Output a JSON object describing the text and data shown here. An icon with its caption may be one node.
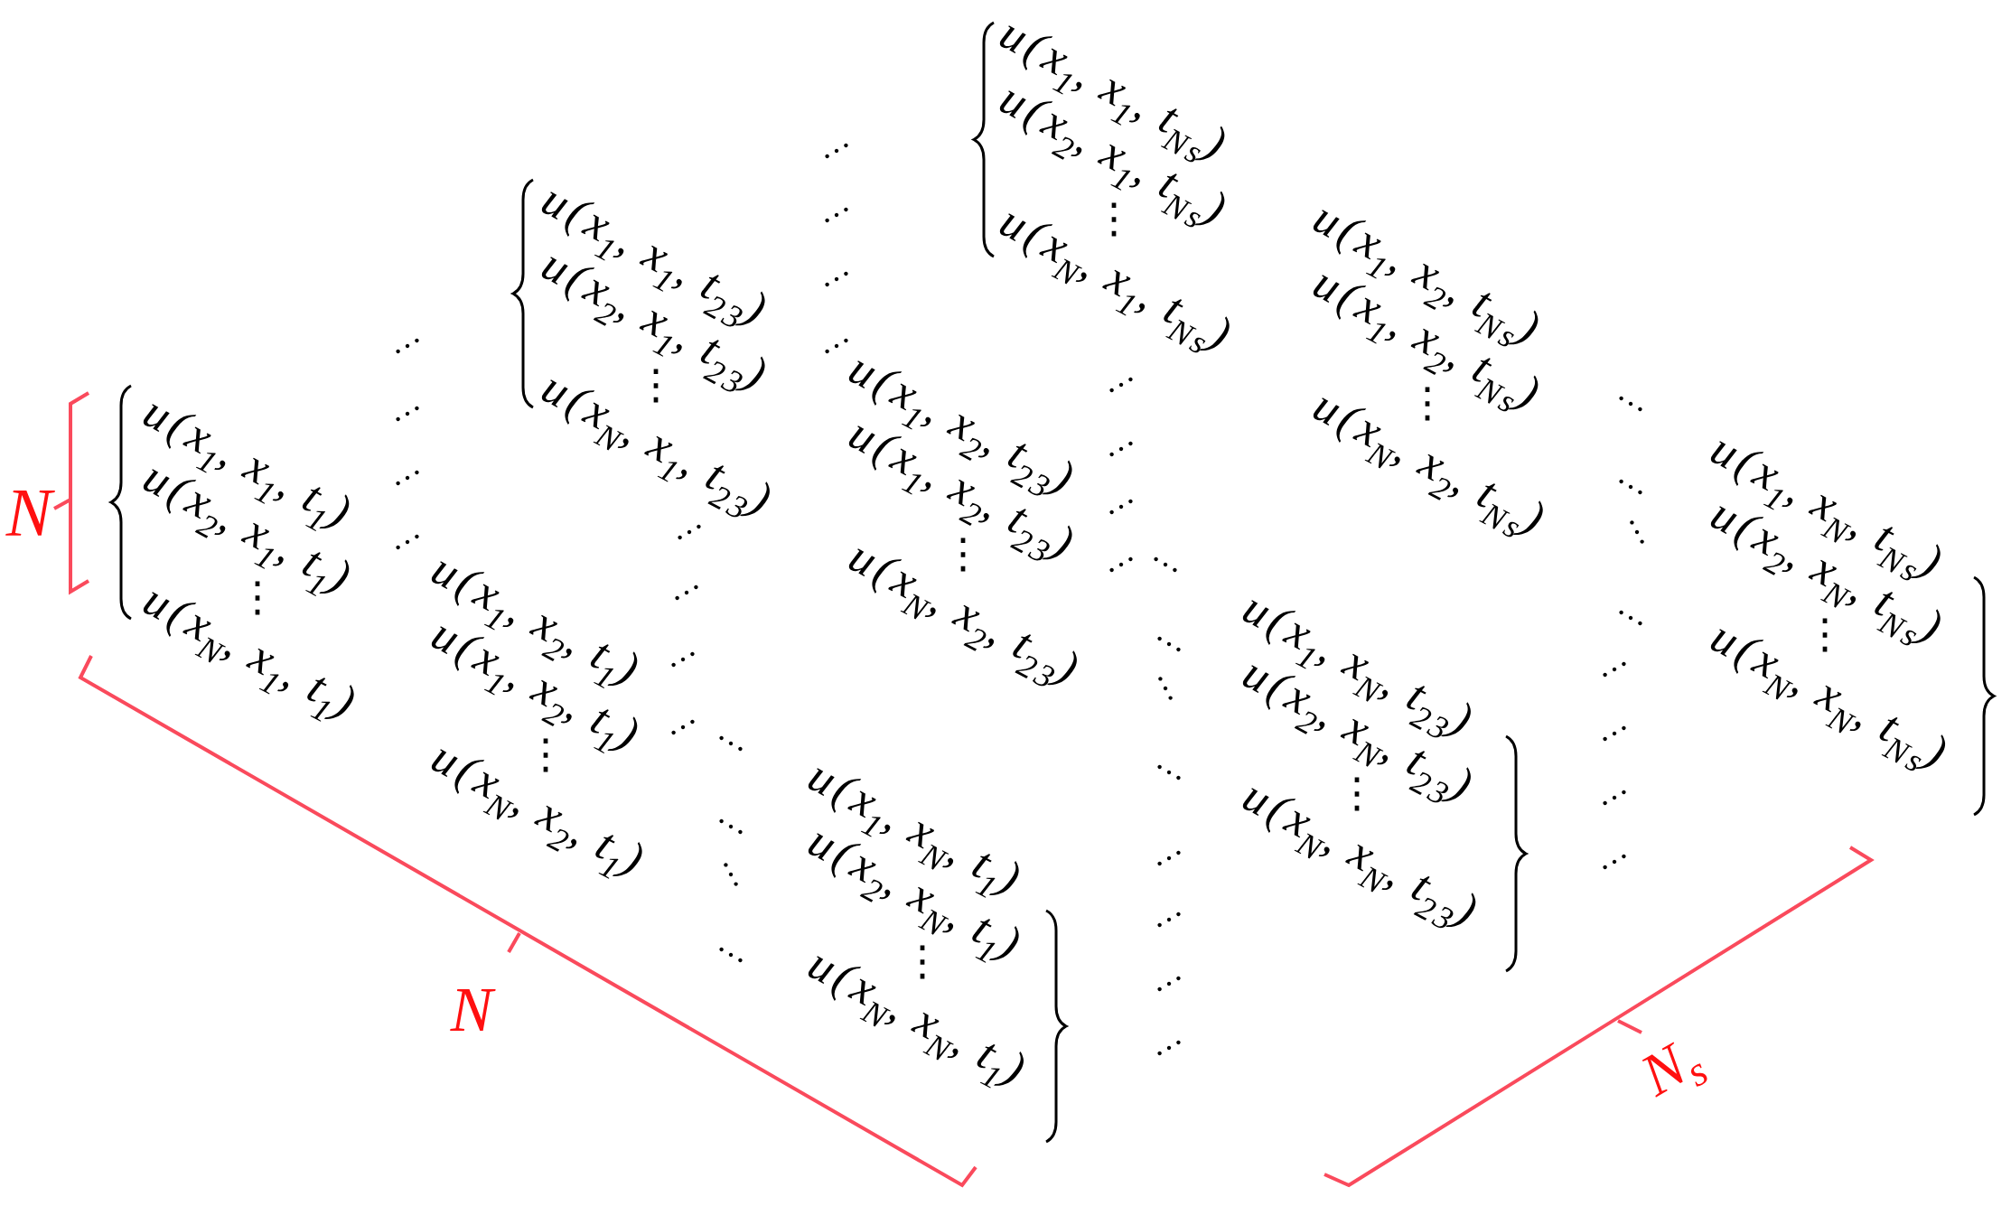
{
  "diagram": {
    "labels": [
      "u(x$_{1}$, x$_{1}$, t$_{Ns}$)",
      "u(x$_{2}$, x$_{1}$, t$_{Ns}$)",
      "⋮",
      "u(x$_{N}$, x$_{1}$, t$_{Ns}$)",
      "u(x$_{1}$, x$_{1}$, t$_{23}$)",
      "u(x$_{2}$, x$_{1}$, t$_{23}$)",
      "⋮",
      "u(x$_{N}$, x$_{1}$, t$_{23}$)",
      "u(x$_{1}$, x$_{2}$, t$_{Ns}$)",
      "u(x$_{1}$, x$_{2}$, t$_{Ns}$)",
      "⋮",
      "u(x$_{N}$, x$_{2}$, t$_{Ns}$)",
      "u(x$_{1}$, x$_{2}$, t$_{23}$)",
      "u(x$_{1}$, x$_{2}$, t$_{23}$)",
      "⋮",
      "u(x$_{N}$, x$_{2}$, t$_{23}$)",
      "u(x$_{1}$, x$_{1}$, t$_{1}$)",
      "u(x$_{2}$, x$_{1}$, t$_{1}$)",
      "⋮",
      "u(x$_{N}$, x$_{1}$, t$_{1}$)",
      "u(x$_{1}$, x$_{N}$, t$_{Ns}$)",
      "u(x$_{2}$, x$_{N}$, t$_{Ns}$)",
      "⋮",
      "u(x$_{N}$, x$_{N}$, t$_{Ns}$)",
      "u(x$_{1}$, x$_{2}$, t$_{1}$)",
      "u(x$_{1}$, x$_{2}$, t$_{1}$)",
      "⋮",
      "u(x$_{N}$, x$_{2}$, t$_{1}$)",
      "u(x$_{1}$, x$_{N}$, t$_{23}$)",
      "u(x$_{2}$, x$_{N}$, t$_{23}$)",
      "⋮",
      "u(x$_{N}$, x$_{N}$, t$_{23}$)",
      "u(x$_{1}$, x$_{N}$, t$_{1}$)",
      "u(x$_{2}$, x$_{N}$, t$_{1}$)",
      "⋮",
      "u(x$_{N}$, x$_{N}$, t$_{1}$)",
      "N",
      "N",
      "N$_{s}$"
    ]
  }
}
